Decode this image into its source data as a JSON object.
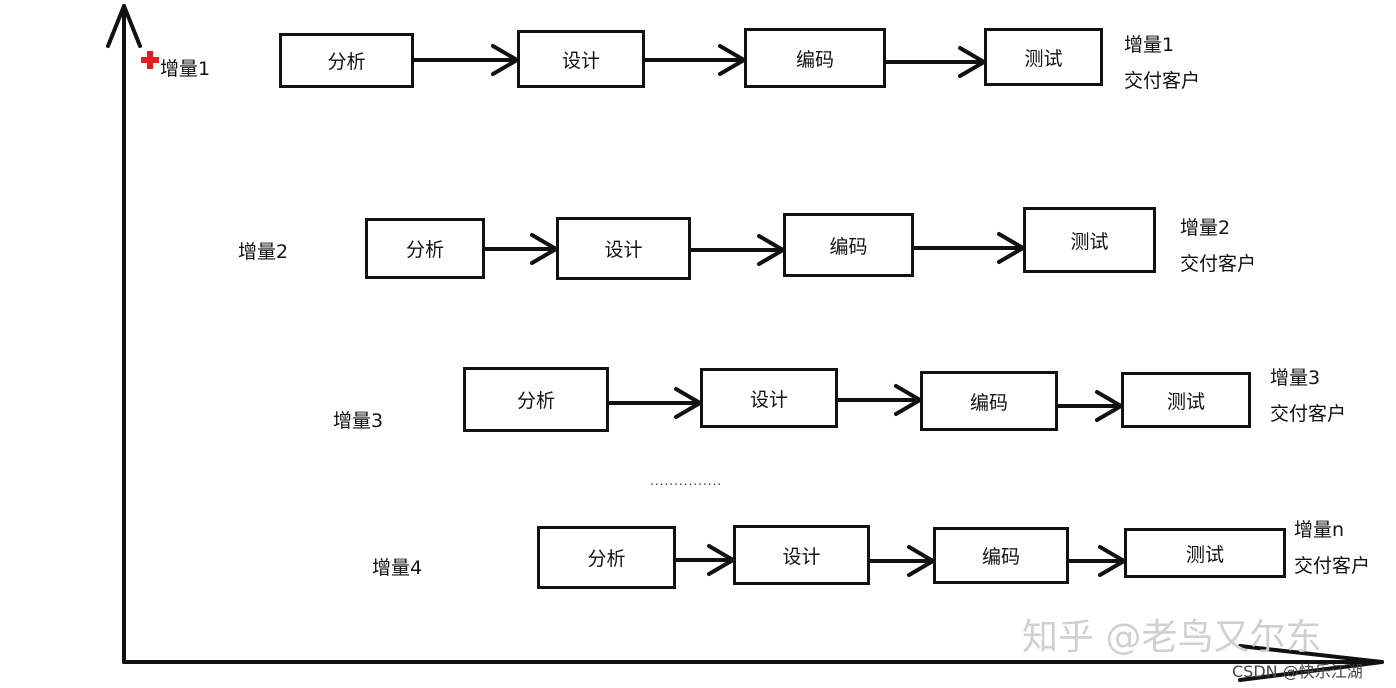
{
  "rows": [
    {
      "label": "增量1",
      "steps": [
        "分析",
        "设计",
        "编码",
        "测试"
      ],
      "delivery": [
        "增量1",
        "交付客户"
      ]
    },
    {
      "label": "增量2",
      "steps": [
        "分析",
        "设计",
        "编码",
        "测试"
      ],
      "delivery": [
        "增量2",
        "交付客户"
      ]
    },
    {
      "label": "增量3",
      "steps": [
        "分析",
        "设计",
        "编码",
        "测试"
      ],
      "delivery": [
        "增量3",
        "交付客户"
      ]
    },
    {
      "label": "增量4",
      "steps": [
        "分析",
        "设计",
        "编码",
        "测试"
      ],
      "delivery": [
        "增量n",
        "交付客户"
      ]
    }
  ],
  "ellipsis": "...............",
  "watermark": {
    "main": "知乎 @老鸟又尔东",
    "sub": "CSDN @快乐江湖"
  },
  "colors": {
    "line": "#111111",
    "marker": "#e02020",
    "watermark": "#cfcfcf"
  }
}
